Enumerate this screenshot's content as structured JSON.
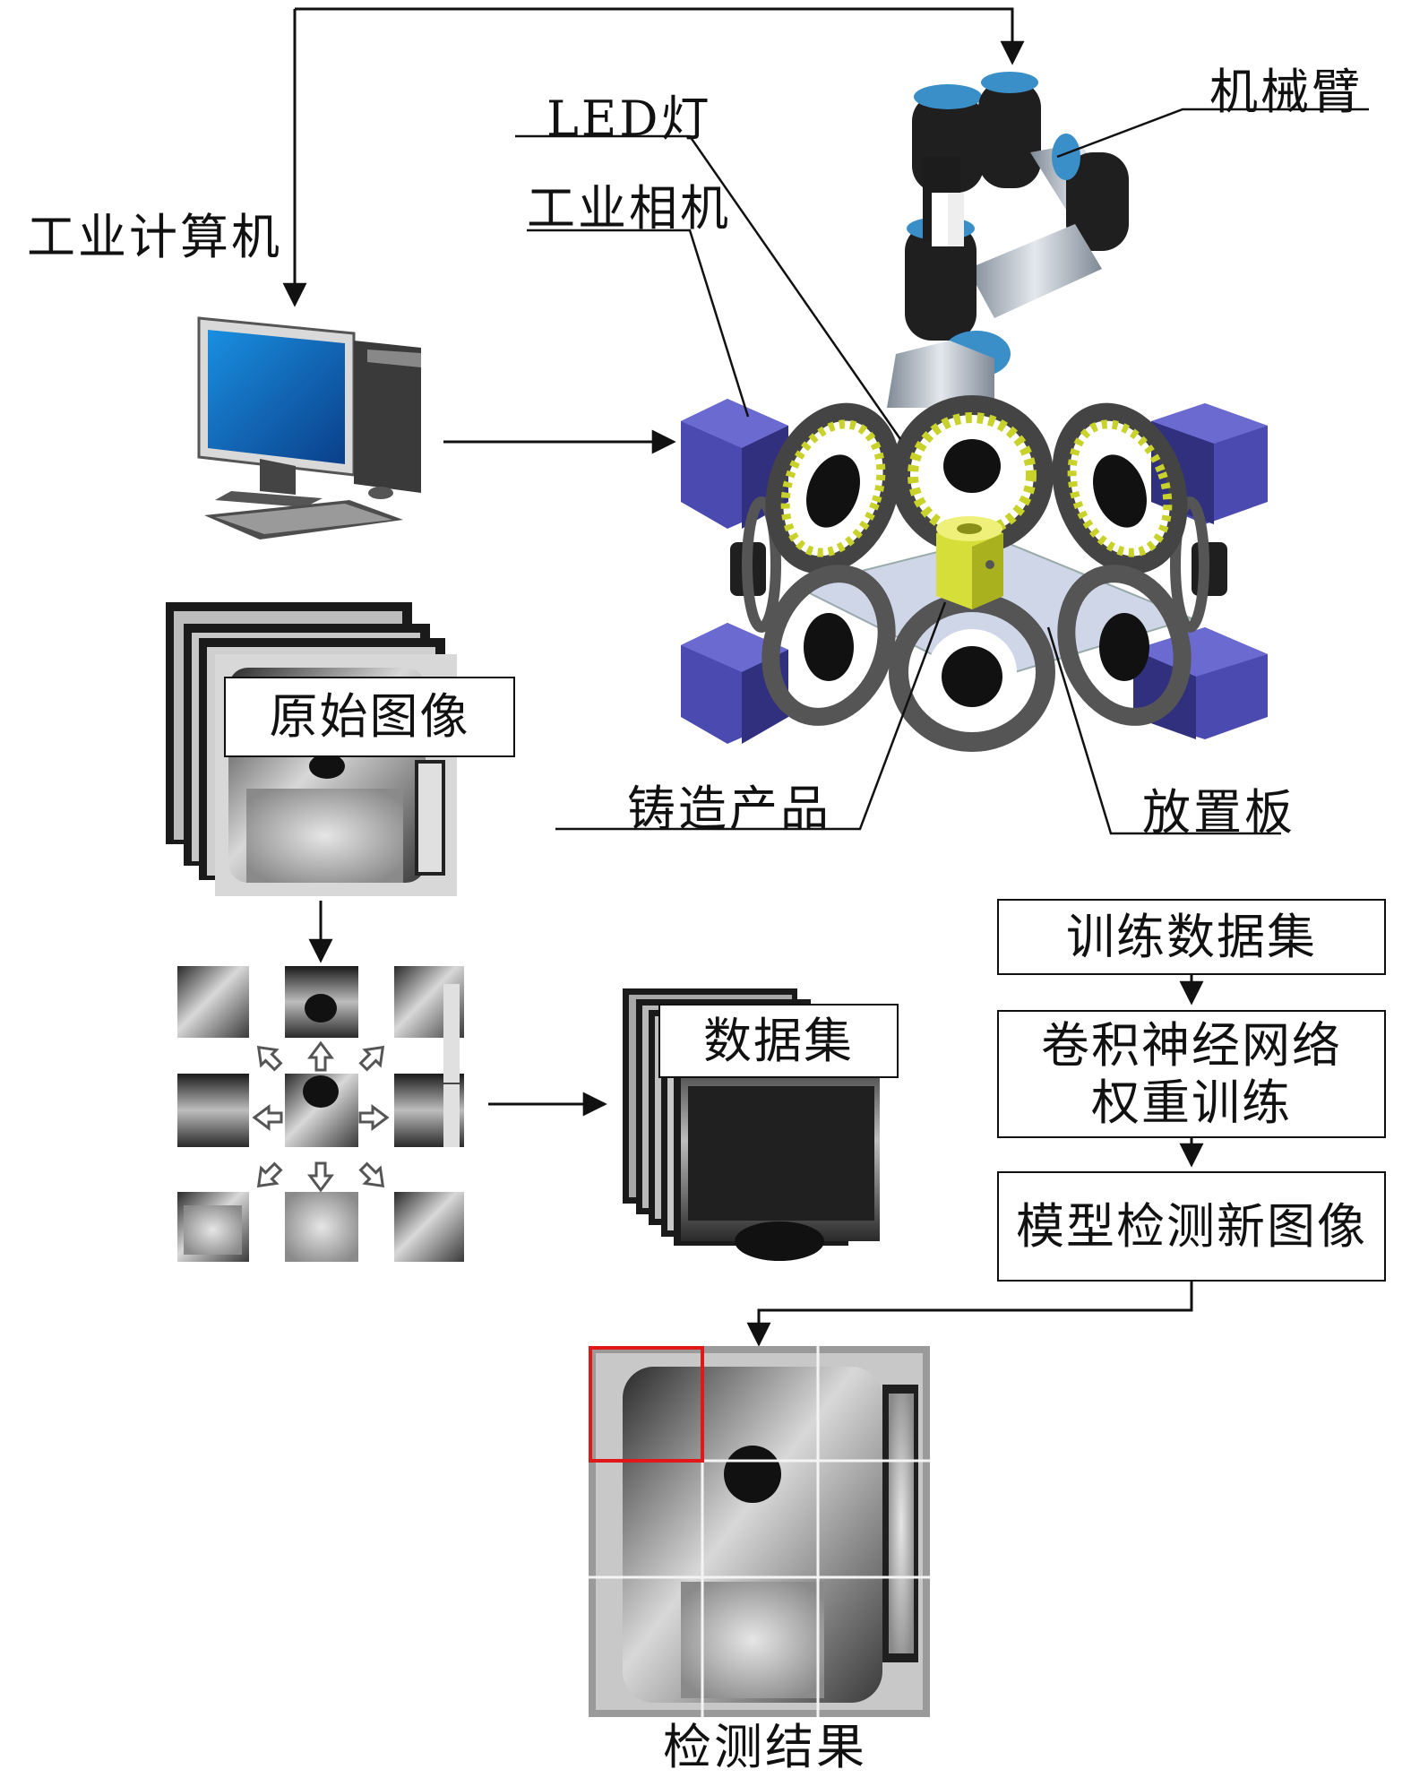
{
  "labels": {
    "computer": "工业计算机",
    "robot_arm": "机械臂",
    "led": "LED灯",
    "camera": "工业相机",
    "casting": "铸造产品",
    "plate": "放置板",
    "raw_images": "原始图像",
    "dataset": "数据集",
    "result": "检测结果"
  },
  "flow": {
    "train_data": "训练数据集",
    "cnn_line1": "卷积神经网络",
    "cnn_line2": "权重训练",
    "detect": "模型检测新图像"
  },
  "augment_arrows": [
    "up-left-arrow-icon",
    "up-arrow-icon",
    "up-right-arrow-icon",
    "left-arrow-icon",
    "right-arrow-icon",
    "down-left-arrow-icon",
    "down-arrow-icon",
    "down-right-arrow-icon"
  ],
  "colors": {
    "camera_box": "#4a4ab0",
    "led_bead": "#c8d22a",
    "robot_joint": "#3a8fc8",
    "product": "#d6df3a",
    "highlight": "#e01818"
  }
}
